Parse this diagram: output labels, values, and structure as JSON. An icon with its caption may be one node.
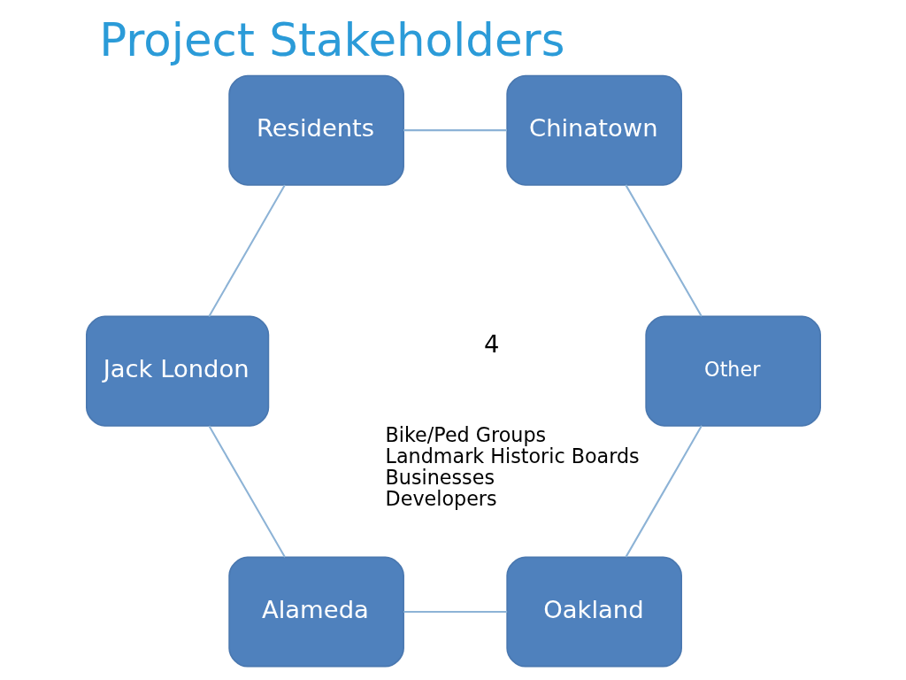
{
  "diagram": {
    "title": "Project Stakeholders",
    "nodes": [
      {
        "text": [
          "Oakland"
        ]
      },
      {
        "text": [
          "Alameda"
        ]
      },
      {
        "text": [
          "Jack London"
        ]
      },
      {
        "text": [
          "Residents"
        ]
      },
      {
        "text": [
          "Chinatown"
        ]
      },
      {
        "text": [
          "Other"
        ],
        "beside": [
          "Bike/Ped Groups",
          "Landmark Historic Boards",
          "Businesses",
          "Developers"
        ]
      }
    ],
    "edges": [
      {
        "from": 0,
        "to": 1,
        "arrow": "none"
      },
      {
        "from": 1,
        "to": 2,
        "arrow": "none"
      },
      {
        "from": 2,
        "to": 3,
        "arrow": "none"
      },
      {
        "from": 3,
        "to": 4,
        "arrow": "none"
      },
      {
        "from": 4,
        "to": 5,
        "arrow": "none"
      },
      {
        "from": 5,
        "to": 0,
        "arrow": "none"
      }
    ],
    "labels": [
      "4"
    ]
  }
}
